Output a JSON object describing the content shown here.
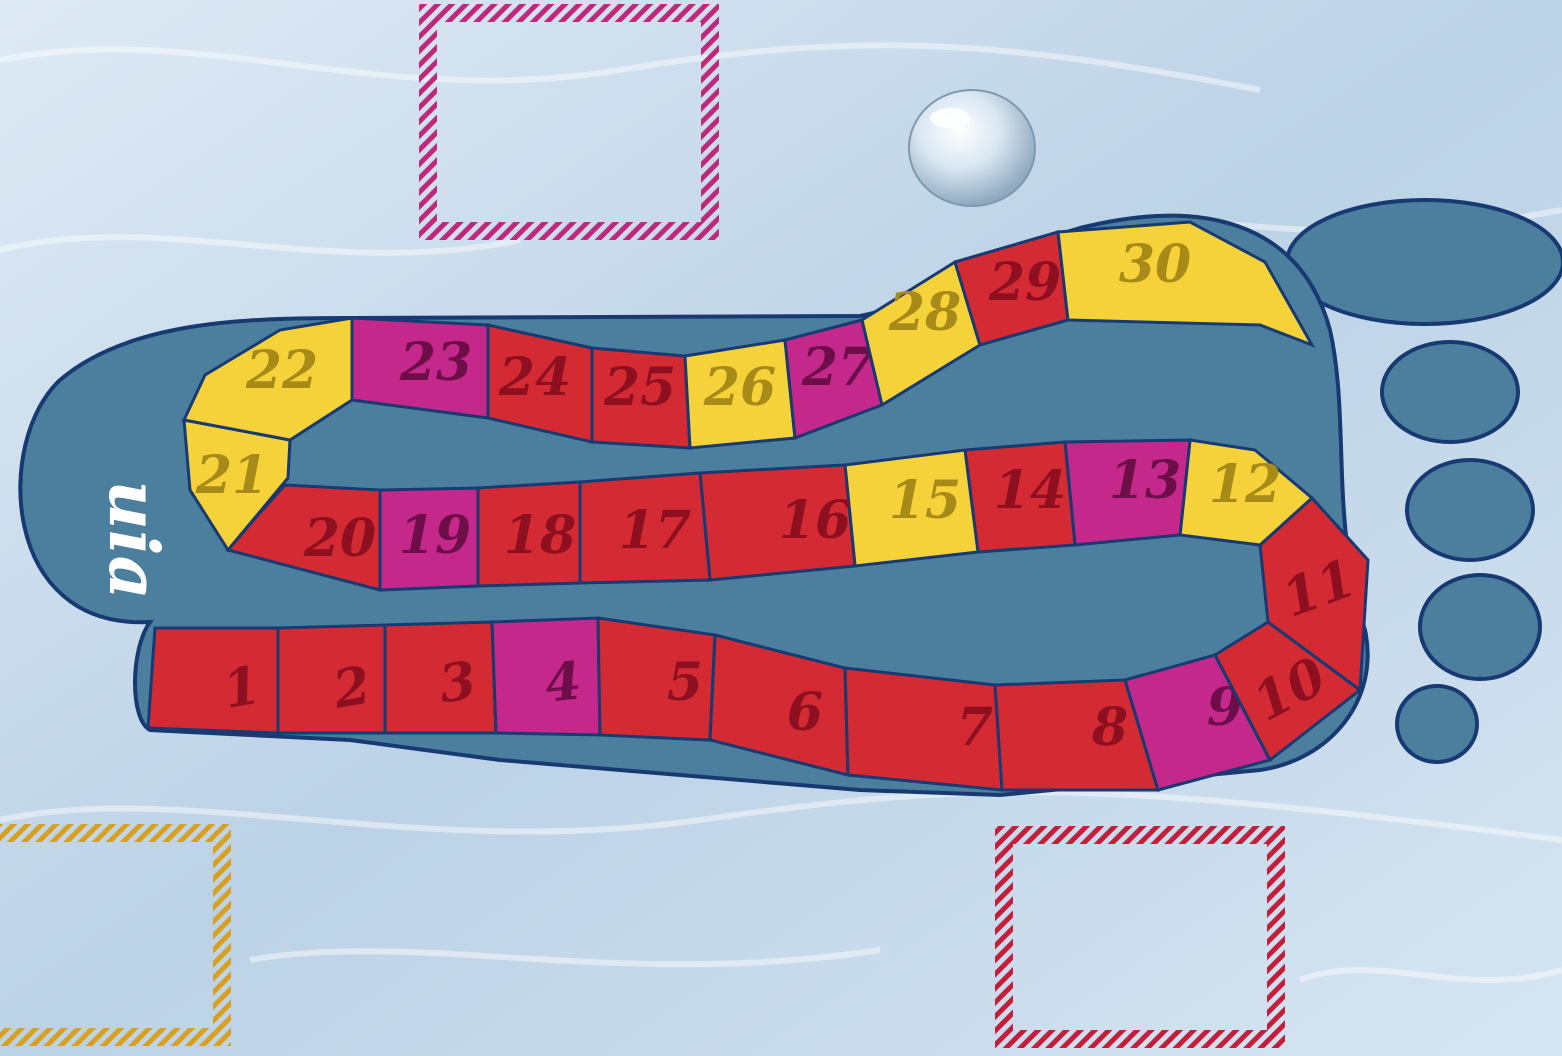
{
  "start_label": "uia",
  "cells": [
    {
      "number": "1",
      "color": "red"
    },
    {
      "number": "2",
      "color": "red"
    },
    {
      "number": "3",
      "color": "red"
    },
    {
      "number": "4",
      "color": "magenta"
    },
    {
      "number": "5",
      "color": "red"
    },
    {
      "number": "6",
      "color": "red"
    },
    {
      "number": "7",
      "color": "red"
    },
    {
      "number": "8",
      "color": "red"
    },
    {
      "number": "9",
      "color": "magenta"
    },
    {
      "number": "10",
      "color": "red"
    },
    {
      "number": "11",
      "color": "red"
    },
    {
      "number": "12",
      "color": "yellow"
    },
    {
      "number": "13",
      "color": "magenta"
    },
    {
      "number": "14",
      "color": "red"
    },
    {
      "number": "15",
      "color": "yellow"
    },
    {
      "number": "16",
      "color": "red"
    },
    {
      "number": "17",
      "color": "red"
    },
    {
      "number": "18",
      "color": "red"
    },
    {
      "number": "19",
      "color": "magenta"
    },
    {
      "number": "20",
      "color": "red"
    },
    {
      "number": "21",
      "color": "yellow"
    },
    {
      "number": "22",
      "color": "yellow"
    },
    {
      "number": "23",
      "color": "magenta"
    },
    {
      "number": "24",
      "color": "red"
    },
    {
      "number": "25",
      "color": "red"
    },
    {
      "number": "26",
      "color": "yellow"
    },
    {
      "number": "27",
      "color": "magenta"
    },
    {
      "number": "28",
      "color": "yellow"
    },
    {
      "number": "29",
      "color": "red"
    },
    {
      "number": "30",
      "color": "yellow"
    }
  ],
  "colors": {
    "red": "#d42a34",
    "magenta": "#c4288a",
    "yellow": "#f6d23a",
    "foot": "#4c7f9e",
    "outline": "#183a72",
    "water": "#cfe0ef",
    "text_red": "#8e1020",
    "text_magenta": "#6e0e48",
    "text_yellow": "#a88a18",
    "frame_magenta": "#c0287a",
    "frame_gold": "#d8a020",
    "frame_red": "#c41e3a"
  },
  "frames": [
    {
      "name": "magenta-frame",
      "color": "magenta"
    },
    {
      "name": "gold-frame",
      "color": "gold"
    },
    {
      "name": "red-frame",
      "color": "red"
    }
  ]
}
